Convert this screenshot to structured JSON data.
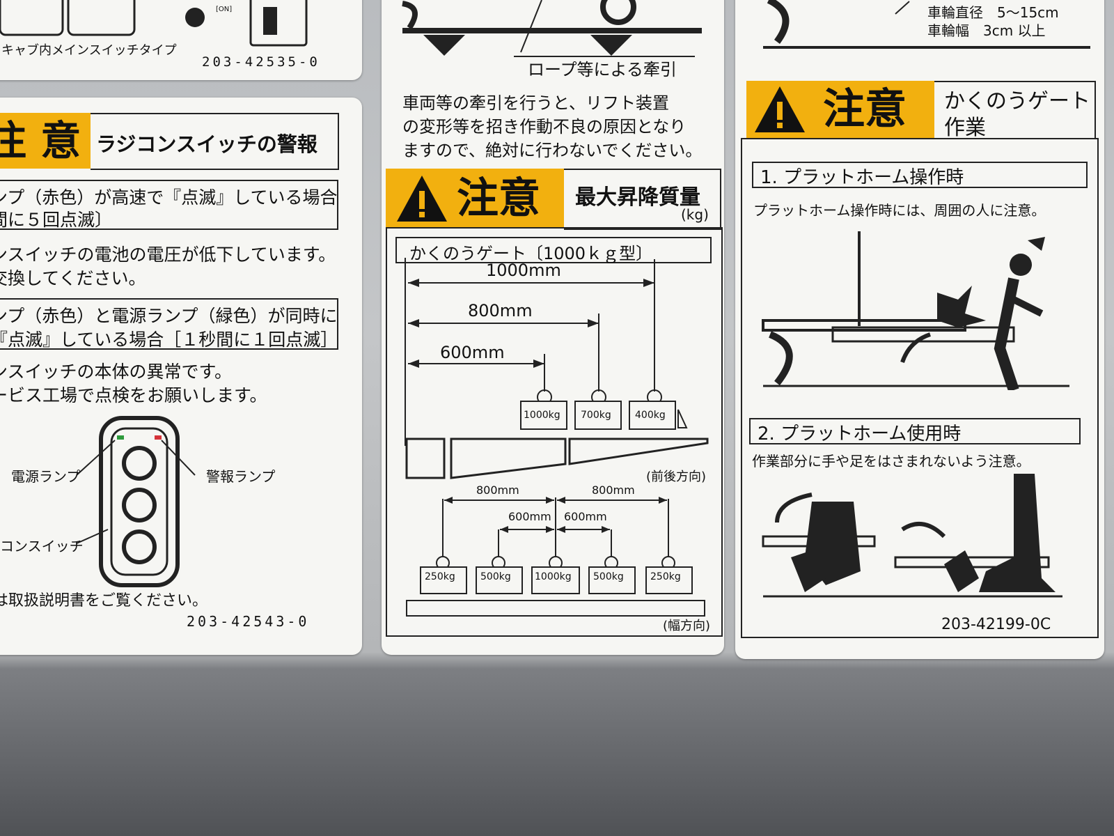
{
  "left_top": {
    "text": "キャブ内メインスイッチタイプ",
    "switch_on": "[ON]",
    "code": "203-42535-0"
  },
  "left_main": {
    "caution": "注 意",
    "title": "ラジコンスイッチの警報",
    "case1_header_l1": "ンプ（赤色）が高速で『点滅』している場合",
    "case1_header_l2": "間に５回点滅〕",
    "case1_body_l1": "ンスイッチの電池の電圧が低下しています。",
    "case1_body_l2": "交換してください。",
    "case2_header_l1": "ンプ（赤色）と電源ランプ（緑色）が同時に",
    "case2_header_l2": "『点滅』している場合［１秒間に１回点滅］",
    "case2_body_l1": "ンスイッチの本体の異常です。",
    "case2_body_l2": "ービス工場で点検をお願いします。",
    "label_power": "電源ランプ",
    "label_alarm": "警報ランプ",
    "label_switch": "コンスイッチ",
    "footer": "は取扱説明書をご覧ください。",
    "code": "203-42543-0"
  },
  "middle": {
    "tow_label": "ロープ等による牽引",
    "tow_text_l1": "車両等の牽引を行うと、リフト装置",
    "tow_text_l2": "の変形等を招き作動不良の原因となり",
    "tow_text_l3": "ますので、絶対に行わないでください。",
    "caution": "注意",
    "title": "最大昇降質量",
    "unit": "(kg)",
    "model": "かくのうゲート〔1000ｋｇ型〕",
    "dim_1000": "1000mm",
    "dim_800": "800mm",
    "dim_600": "600mm",
    "w_1000": "1000kg",
    "w_700": "700kg",
    "w_400": "400kg",
    "dir_fb": "(前後方向)",
    "wd_800a": "800mm",
    "wd_800b": "800mm",
    "wd_600a": "600mm",
    "wd_600b": "600mm",
    "ww_250a": "250kg",
    "ww_500a": "500kg",
    "ww_1000": "1000kg",
    "ww_500b": "500kg",
    "ww_250b": "250kg",
    "dir_w": "(幅方向)"
  },
  "right": {
    "wheel_dia": "車輪直径　5～15cm",
    "wheel_width": "車輪幅　3cm 以上",
    "caution": "注意",
    "title_l1": "かくのうゲート",
    "title_l2": "作業",
    "sec1": "1. プラットホーム操作時",
    "sec1_text": "プラットホーム操作時には、周囲の人に注意。",
    "sec2": "2. プラットホーム使用時",
    "sec2_text": "作業部分に手や足をはさまれないよう注意。",
    "code": "203-42199-0C"
  },
  "colors": {
    "caution_yellow": "#f2b00f",
    "label_white": "#f6f6f3",
    "line": "#222222"
  }
}
